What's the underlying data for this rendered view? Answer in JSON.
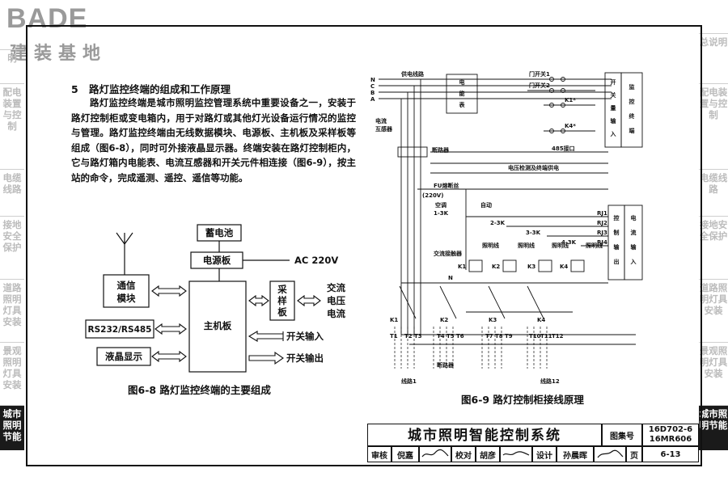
{
  "logo": {
    "word": "BADE",
    "cn": "建装基地"
  },
  "right_sidebar": [
    {
      "label": "总说明",
      "active": false
    },
    {
      "label": "配电装置与控制",
      "active": false
    },
    {
      "label": "电缆线路",
      "active": false
    },
    {
      "label": "接地安全保护",
      "active": false
    },
    {
      "label": "道路照明灯具安装",
      "active": false
    },
    {
      "label": "景观照明灯具安装",
      "active": false
    },
    {
      "label": "城市照明节能",
      "active": true
    }
  ],
  "left_sidebar": [
    {
      "label": "明",
      "active": false
    },
    {
      "label": "配电装置与控制",
      "active": false
    },
    {
      "label": "电缆线路",
      "active": false
    },
    {
      "label": "接地安全保护",
      "active": false
    },
    {
      "label": "道路照明灯具安装",
      "active": false
    },
    {
      "label": "景观照明灯具安装",
      "active": false
    },
    {
      "label": "城市照明节能",
      "active": true
    }
  ],
  "section": {
    "number": "5",
    "title": "路灯监控终端的组成和工作原理",
    "paragraph": "路灯监控终端是城市照明监控管理系统中重要设备之一，安装于路灯控制柜或变电箱内，用于对路灯或其他灯光设备运行情况的监控与管理。路灯监控终端由无线数据模块、电源板、主机板及采样板等组成（图6-8），同时可外接液晶显示器。终端安装在路灯控制柜内，它与路灯箱内电能表、电流互感器和开关元件相连接（图6-9），按主站的命令，完成遥测、遥控、遥信等功能。"
  },
  "fig8": {
    "caption": "图6-8  路灯监控终端的主要组成",
    "battery": "蓄电池",
    "power_board": "电源板",
    "ac": "AC 220V",
    "comm": [
      "通信",
      "模块"
    ],
    "rs": "RS232/RS485",
    "lcd": "液晶显示",
    "main_board": "主机板",
    "sample": [
      "采",
      "样",
      "板"
    ],
    "ac_vc": [
      "交流",
      "电压",
      "电流"
    ],
    "sw_in": "开关输入",
    "sw_out": "开关输出"
  },
  "fig9": {
    "caption": "图6-9  路灯控制柜接线原理",
    "bus": [
      "N",
      "C",
      "B",
      "A"
    ],
    "supply_line": "供电线路",
    "meter": [
      "电",
      "能",
      "表"
    ],
    "ct": [
      "电流",
      "互感器"
    ],
    "breaker": "断路器",
    "door_sw1": "门开关1",
    "door_sw2": "门开关2",
    "k1": "K1*",
    "k4": "K4*",
    "sw_input": [
      "开",
      "关",
      "量",
      "输",
      "入"
    ],
    "terminal": [
      "监",
      "控",
      "终",
      "端"
    ],
    "port485": "485接口",
    "power_detect": "电压检测及终端供电",
    "fuse": "FU熔断丝",
    "v220": "(220V)",
    "manual": "空调",
    "auto": "自动",
    "r13": "1-3K",
    "r2": "2-3K",
    "r3": "3-3K",
    "r4": "4-3K",
    "contactor": "交流接触器",
    "hold": [
      "照明线",
      "照明线",
      "照明线",
      "照明线"
    ],
    "kc": [
      "K1",
      "K2",
      "K3",
      "K4"
    ],
    "rj": [
      "RJ1",
      "RJ2",
      "RJ3",
      "RJ4"
    ],
    "ctrl_out": [
      "控",
      "制",
      "输",
      "出"
    ],
    "cur_in": [
      "电",
      "流",
      "输",
      "入"
    ],
    "top_k": [
      "K1",
      "K2",
      "K3",
      "K4"
    ],
    "t": [
      "T1",
      "T2",
      "T3",
      "T4",
      "T5",
      "T6",
      "T7",
      "T8",
      "T9",
      "T10",
      "T11",
      "T12"
    ],
    "breaker2": "断路器",
    "line1": "线路1",
    "line12": "线路12",
    "n_label": "N"
  },
  "title_block": {
    "title": "城市照明智能控制系统",
    "atlas_label": "图集号",
    "atlas_no": [
      "16D702-6",
      "16MR606"
    ],
    "page_label": "页",
    "page_no": "6-13",
    "row": [
      "审核",
      "倪嘉",
      "校对",
      "胡彦",
      "设计",
      "孙晨晖"
    ]
  }
}
